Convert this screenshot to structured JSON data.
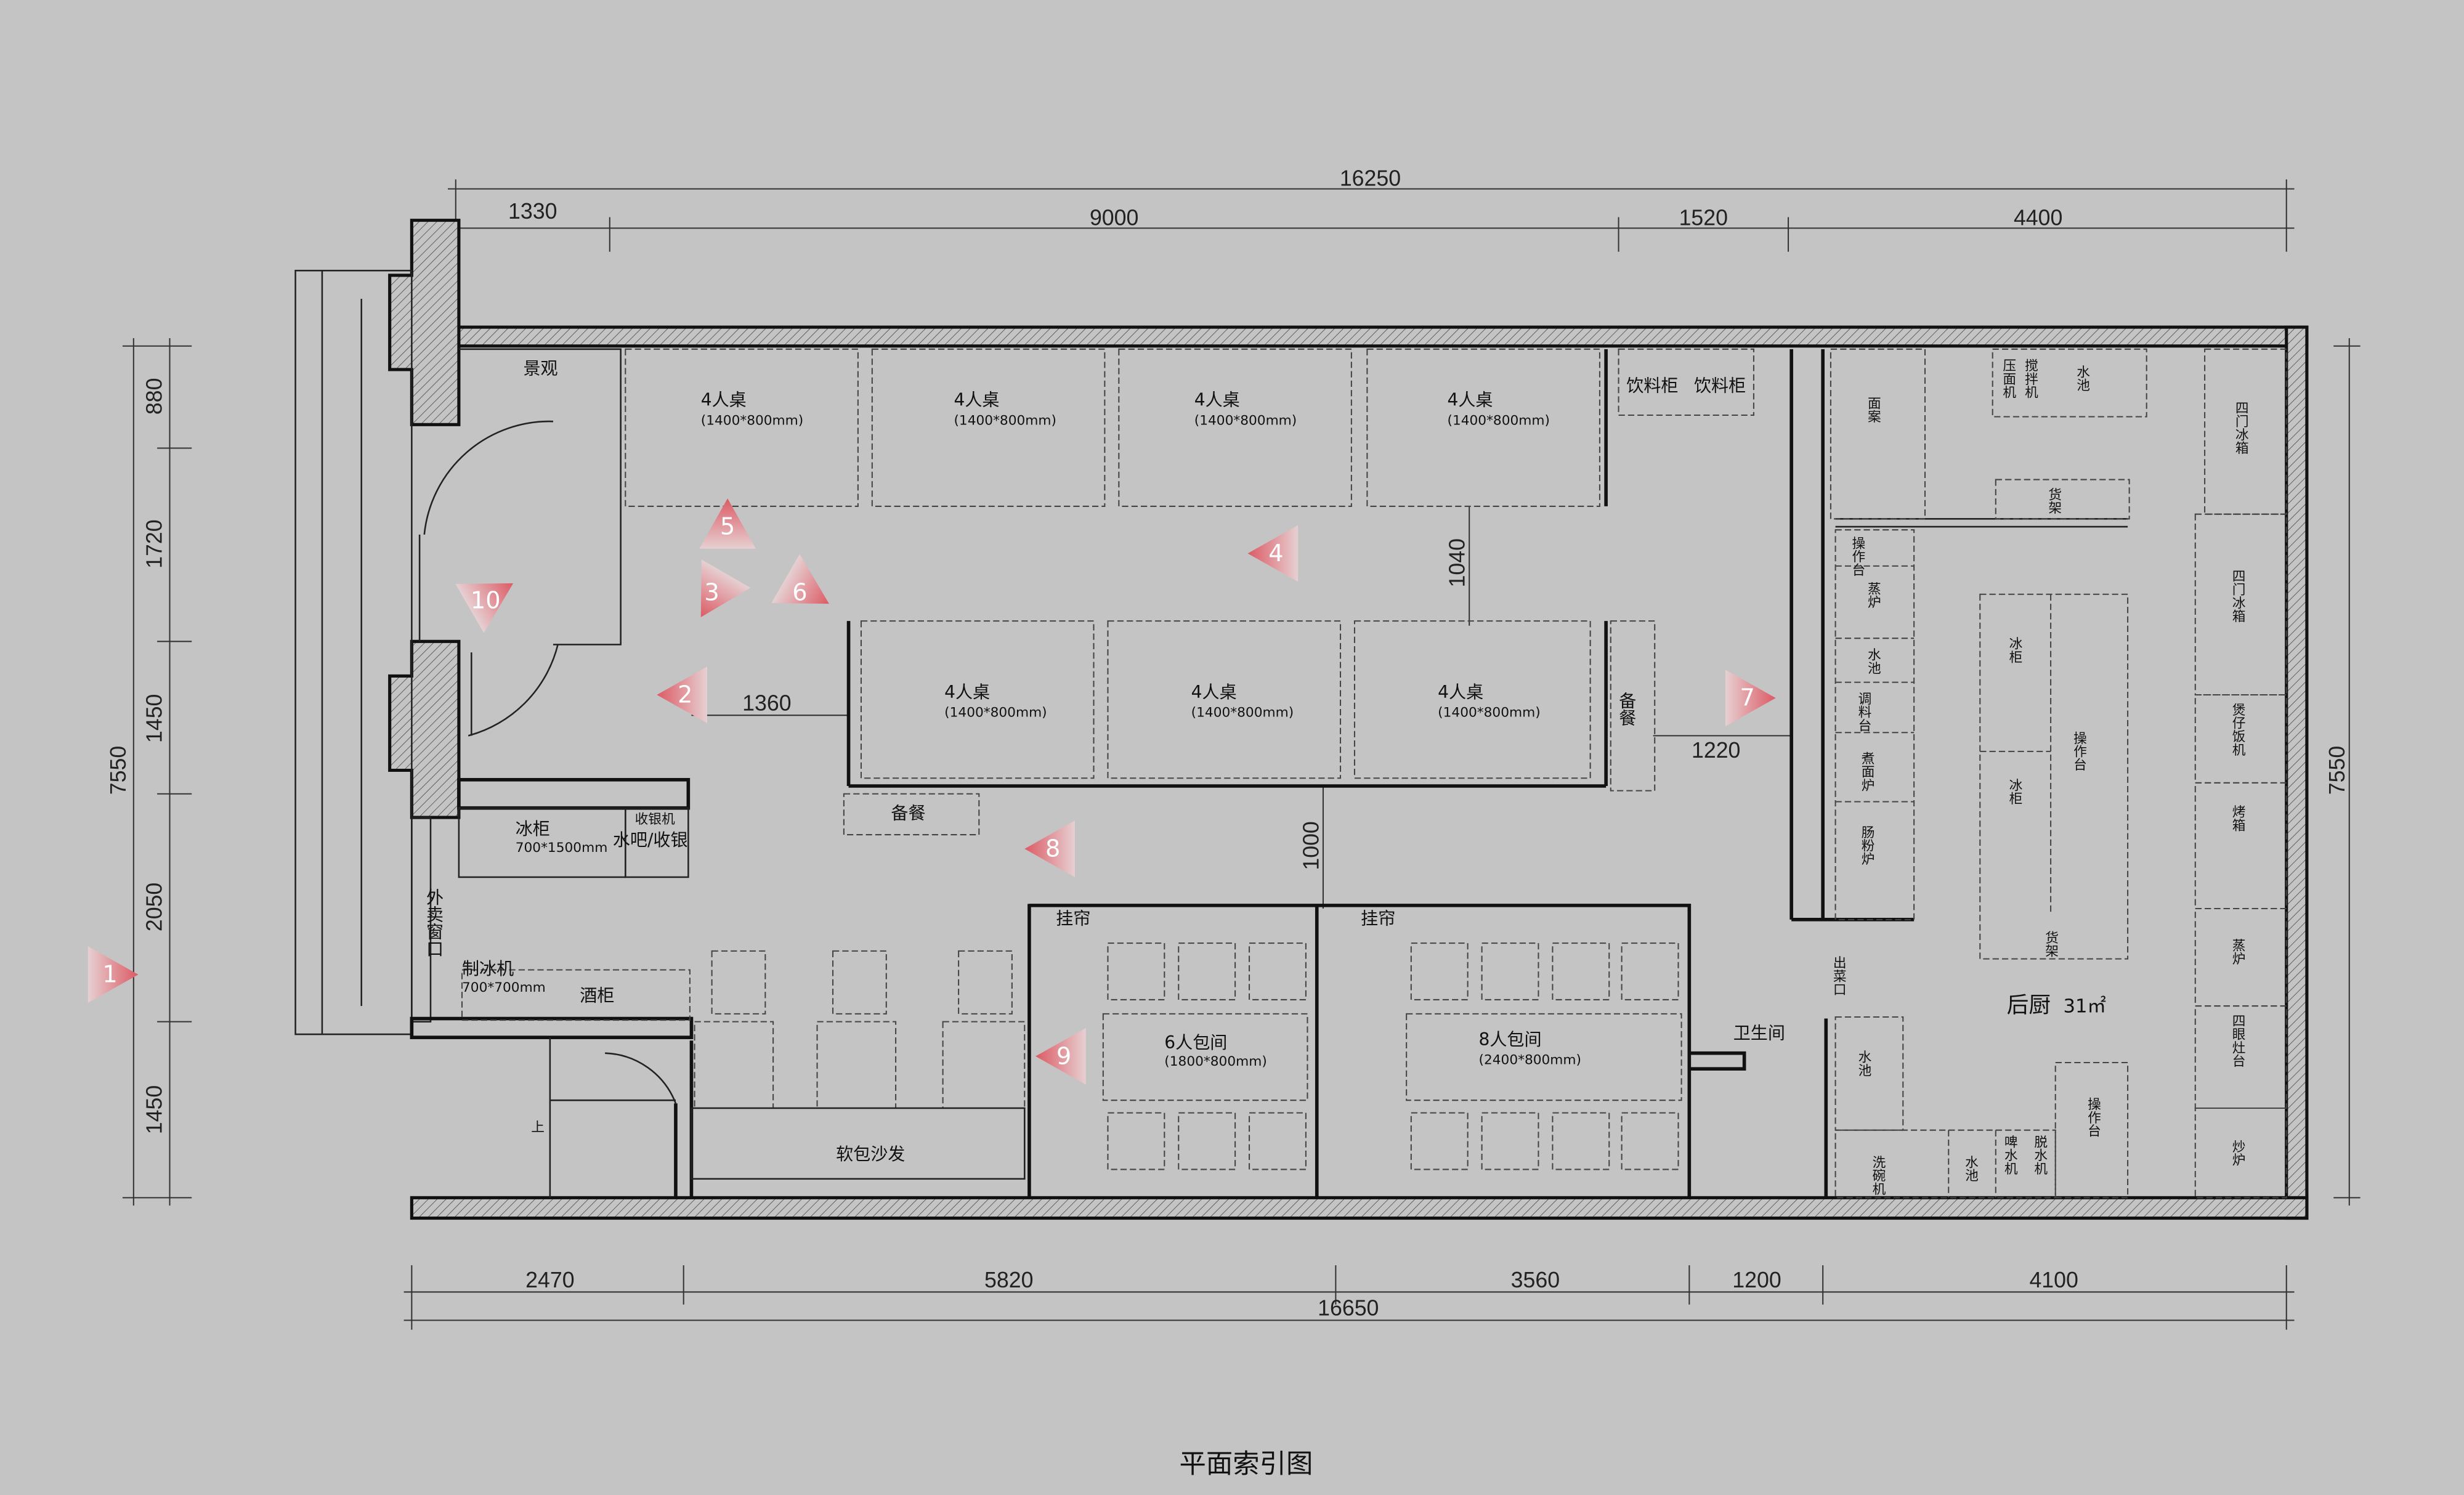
{
  "title": "平面索引图",
  "colors": {
    "background": "#c4c4c4",
    "marker": "#dc5a64",
    "wall": "#111111"
  },
  "dimensions": {
    "top_total": "16250",
    "top_segments": [
      "1330",
      "9000",
      "1520",
      "4400"
    ],
    "bottom_segments": [
      "2470",
      "5820",
      "3560",
      "1200",
      "4100"
    ],
    "bottom_total": "16650",
    "left_segments": [
      "880",
      "1720",
      "1450",
      "2050",
      "1450"
    ],
    "left_total": "7550",
    "right_total": "7550",
    "inner": {
      "d1040": "1040",
      "d1360": "1360",
      "d1220": "1220",
      "d1000": "1000"
    }
  },
  "dining": {
    "landscape": "景观",
    "table4": "4人桌",
    "table4_size": "(1400*800mm)",
    "drink_cabinet": "饮料柜",
    "prep": "备餐",
    "freezer": "冰柜",
    "freezer_size": "700*1500mm",
    "bar_cashier": "水吧/收银",
    "cash_register": "收银机",
    "takeout_window": "外卖窗口",
    "ice_machine": "制冰机",
    "ice_machine_size": "700*700mm",
    "wine_cabinet": "酒柜",
    "sofa": "软包沙发",
    "curtain": "挂帘",
    "room6": "6人包间",
    "room6_size": "(1800*800mm)",
    "room8": "8人包间",
    "room8_size": "(2400*800mm)",
    "toilet": "卫生间",
    "stairs_up": "上"
  },
  "kitchen": {
    "title": "后厨",
    "area": "31㎡",
    "noodle_table": "面案",
    "dough_press": "压面机",
    "mixer": "搅拌机",
    "sink": "水池",
    "shelf": "货架",
    "work_table": "操作台",
    "steamer": "蒸炉",
    "seasoning": "调料台",
    "noodle_stove": "煮面炉",
    "rice_roll_stove": "肠粉炉",
    "freezer": "冰柜",
    "fridge4": "四门冰箱",
    "claypot": "煲仔饭机",
    "oven": "烤箱",
    "stove4": "四眼灶台",
    "wok": "炒炉",
    "dishwasher": "洗碗机",
    "beer_machine": "啤水机",
    "dryer": "脱水机",
    "pass_window": "出菜口"
  },
  "markers": [
    "1",
    "2",
    "3",
    "4",
    "5",
    "6",
    "7",
    "8",
    "9",
    "10"
  ]
}
